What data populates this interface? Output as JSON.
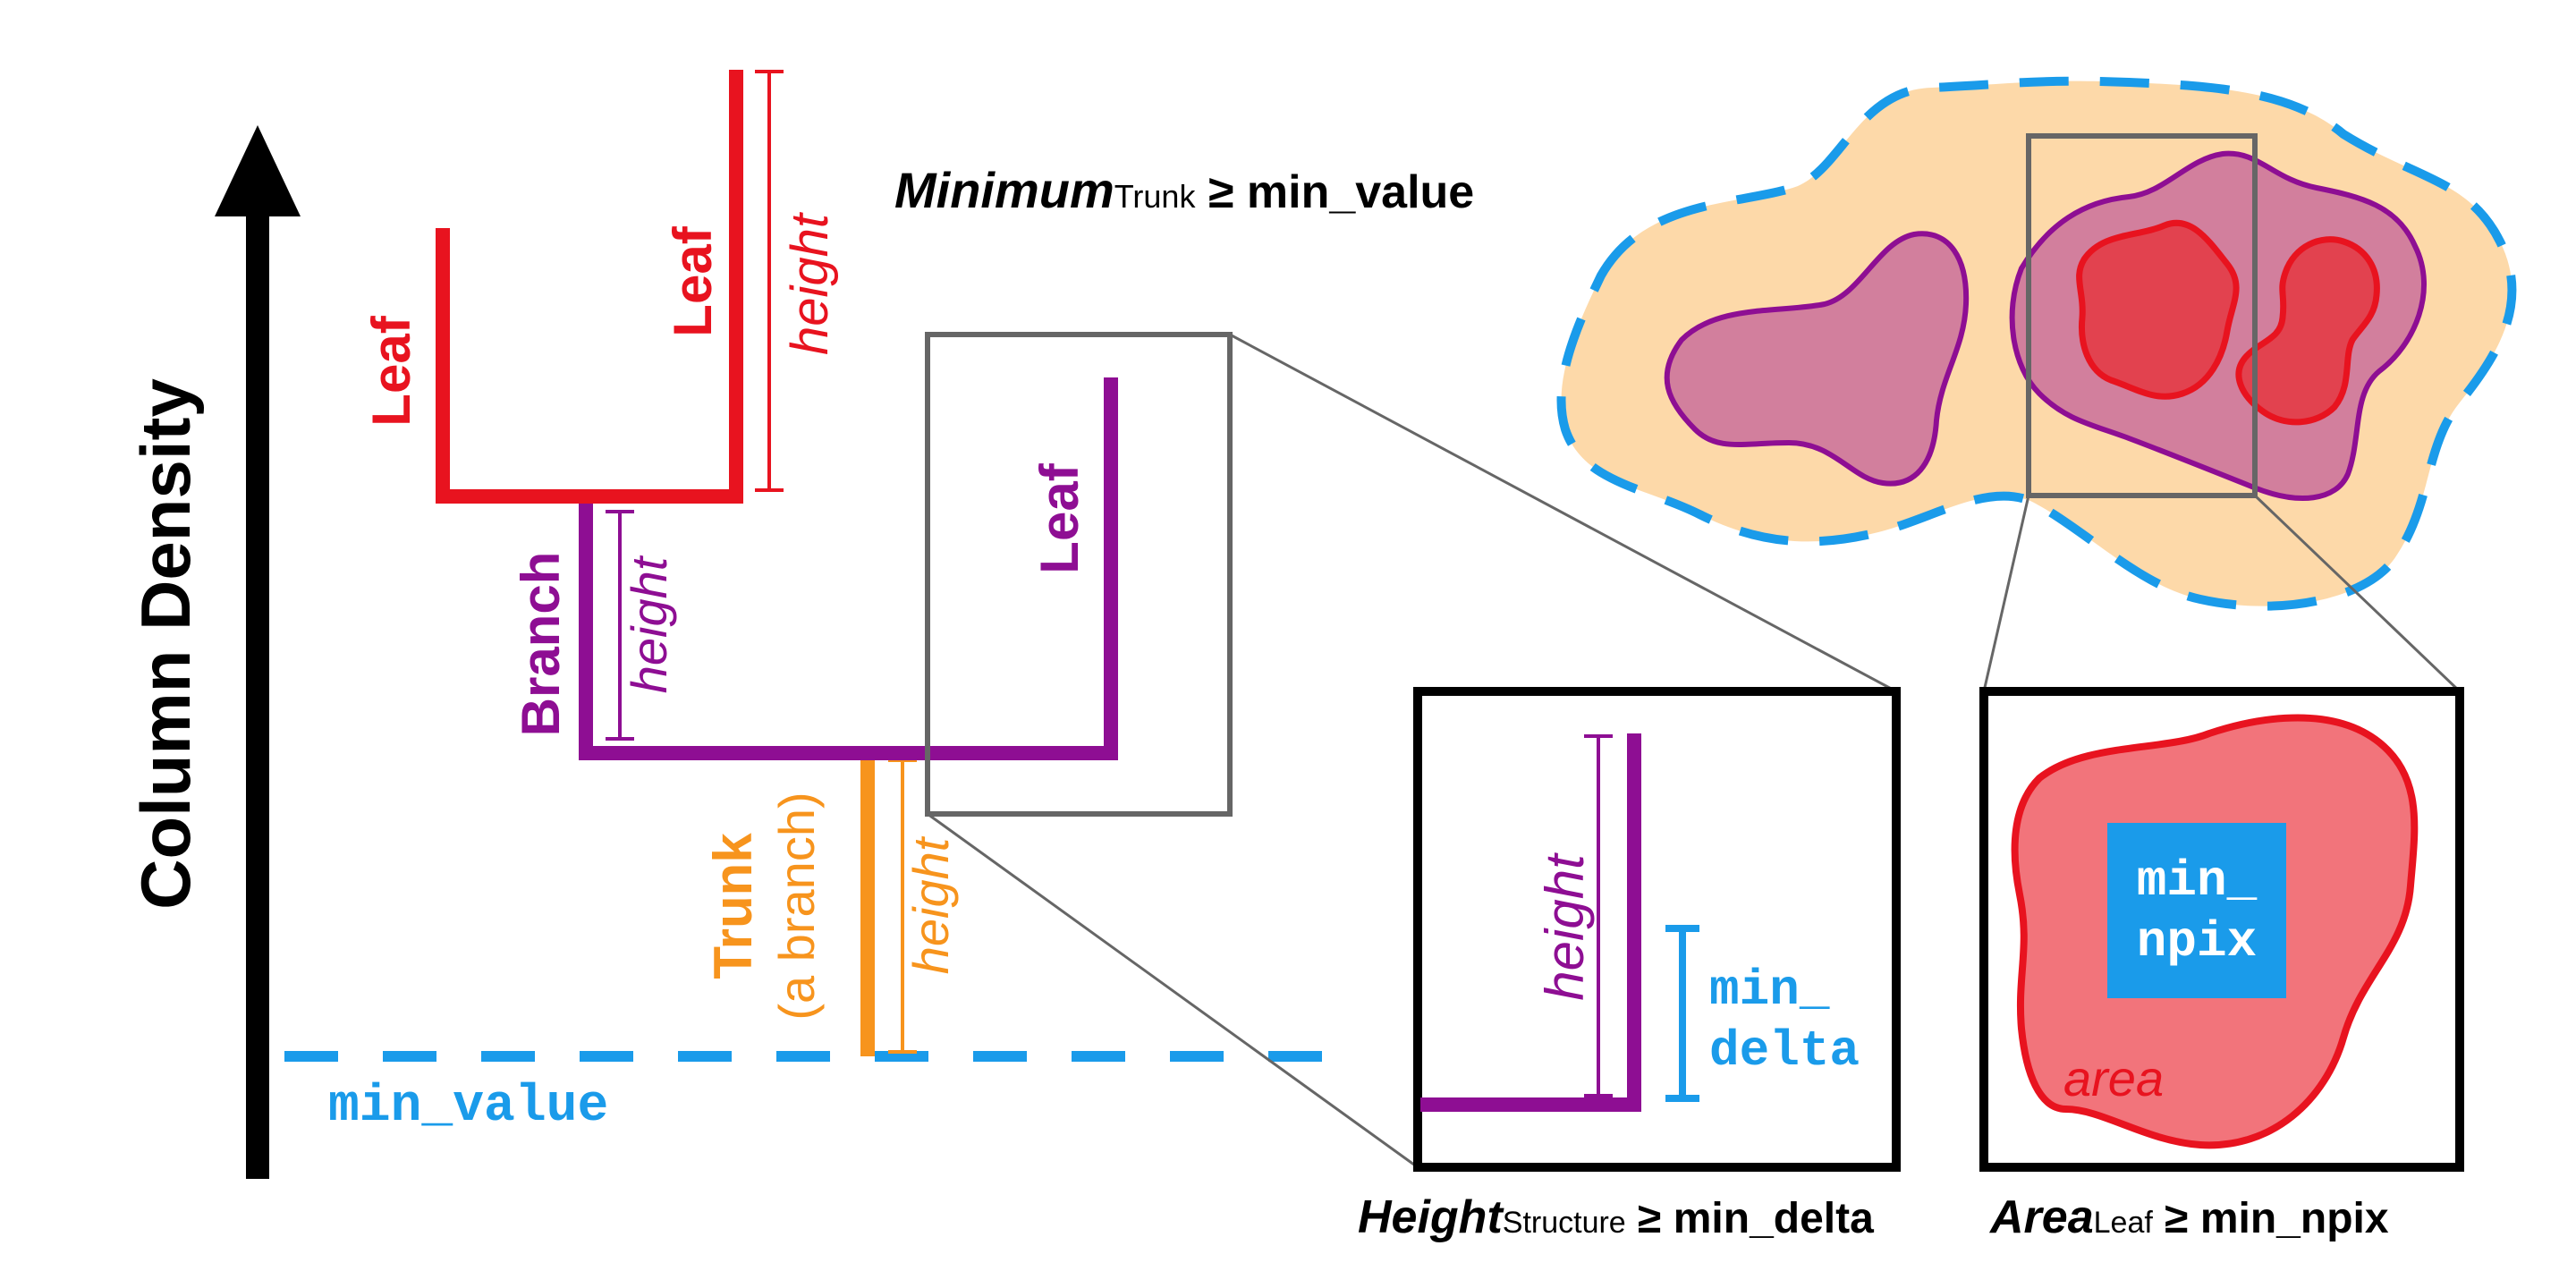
{
  "axis": {
    "label": "Column Density"
  },
  "dendrogram": {
    "leaf_red_1": "Leaf",
    "leaf_red_2": "Leaf",
    "leaf_purple": "Leaf",
    "branch": "Branch",
    "trunk_line1": "Trunk",
    "trunk_line2": "(a branch)",
    "height_red": "height",
    "height_purple": "height",
    "height_orange": "height",
    "min_value": "min_value"
  },
  "minimum_rule": {
    "main": "Minimum",
    "sub": "Trunk",
    "rest": " ≥ min_value"
  },
  "height_inset": {
    "height_label": "height",
    "min_delta_line1": "min_",
    "min_delta_line2": "delta"
  },
  "area_inset": {
    "min_npix_line1": "min_",
    "min_npix_line2": "npix",
    "area_label": "area"
  },
  "height_rule": {
    "main": "Height",
    "sub": "Structure",
    "rest": " ≥ min_delta"
  },
  "area_rule": {
    "main": "Area",
    "sub": "Leaf",
    "rest": " ≥ min_npix"
  },
  "colors": {
    "red": "#e8131f",
    "purple": "#8e0e93",
    "orange": "#f7941d",
    "blue": "#1a9bea",
    "gray": "#666666",
    "black": "#000000",
    "tan_fill": "#fdd9a9",
    "purple_fill": "#d27f9d",
    "red_fill": "#e2424f",
    "area_fill": "#f2747b"
  }
}
